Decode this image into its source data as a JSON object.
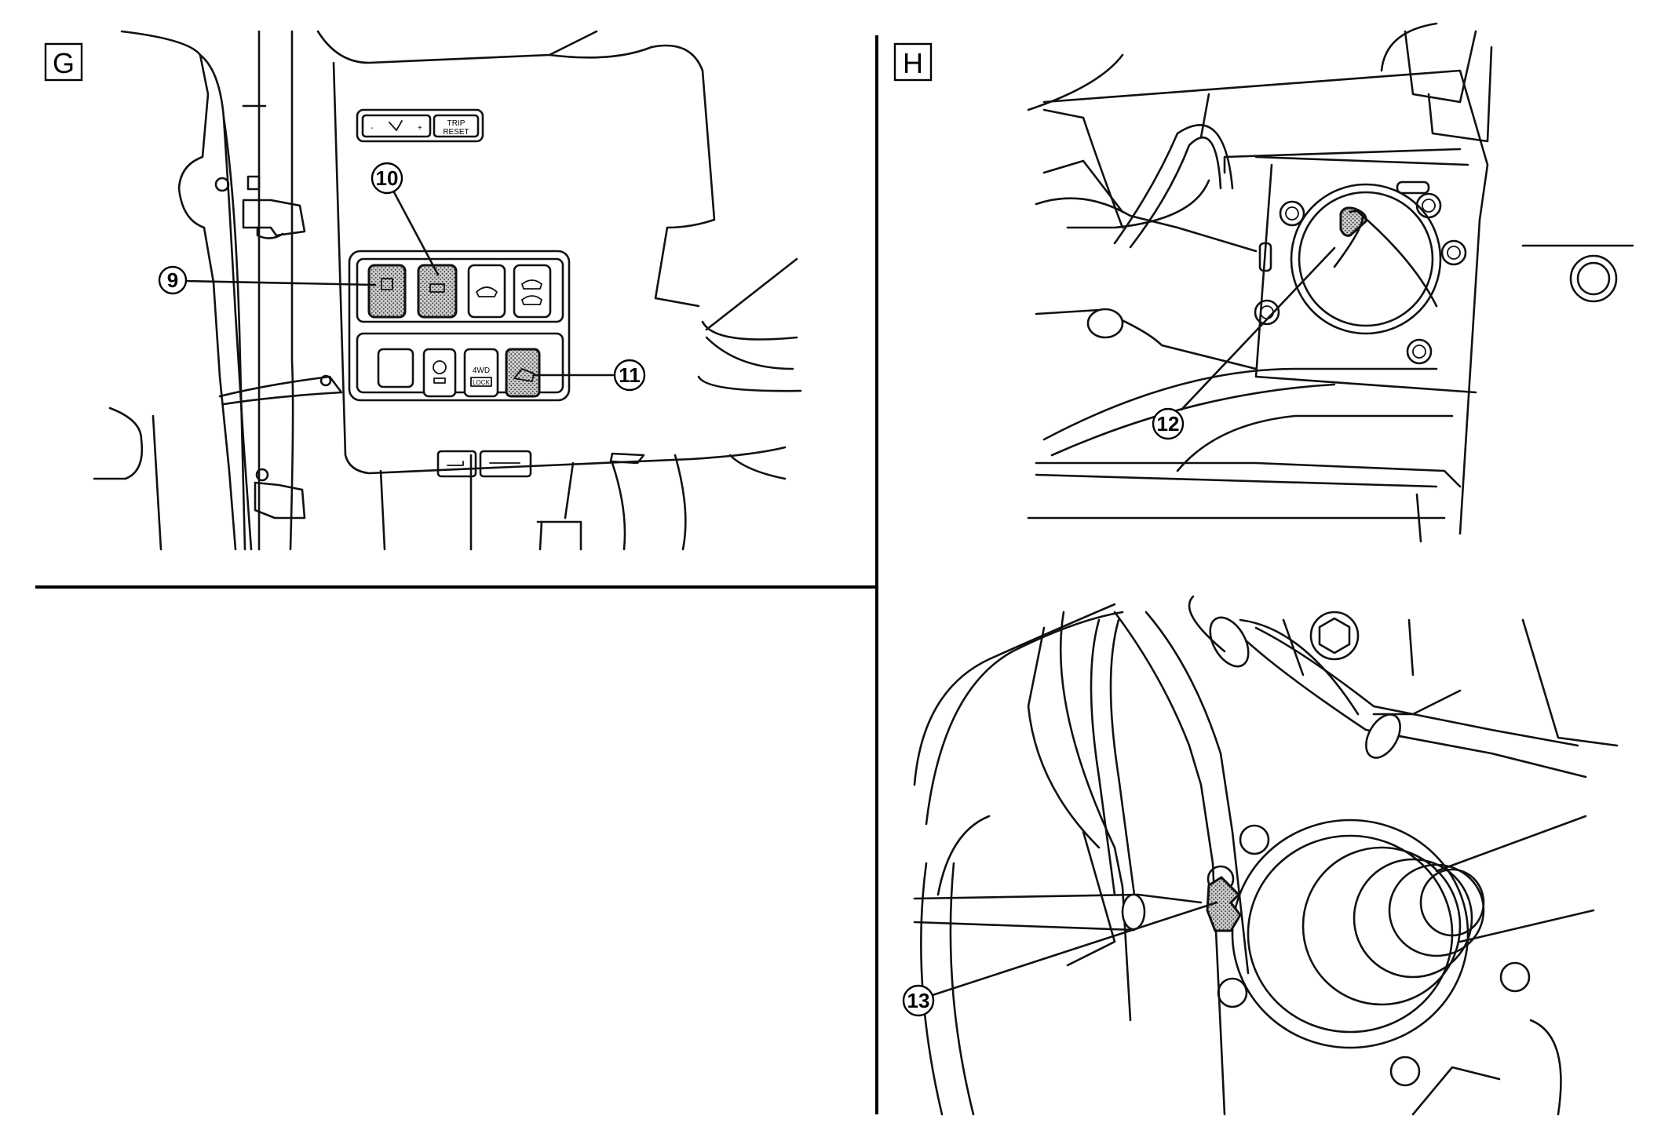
{
  "panels": [
    {
      "letter": "G"
    },
    {
      "letter": "H"
    }
  ],
  "callouts": [
    {
      "number": "9"
    },
    {
      "number": "10"
    },
    {
      "number": "11"
    },
    {
      "number": "12"
    },
    {
      "number": "13"
    }
  ],
  "dash_labels": {
    "minus": "-",
    "plus": "+",
    "trip": "TRIP",
    "reset": "RESET",
    "awd": "4WD",
    "lock": "LOCK"
  }
}
